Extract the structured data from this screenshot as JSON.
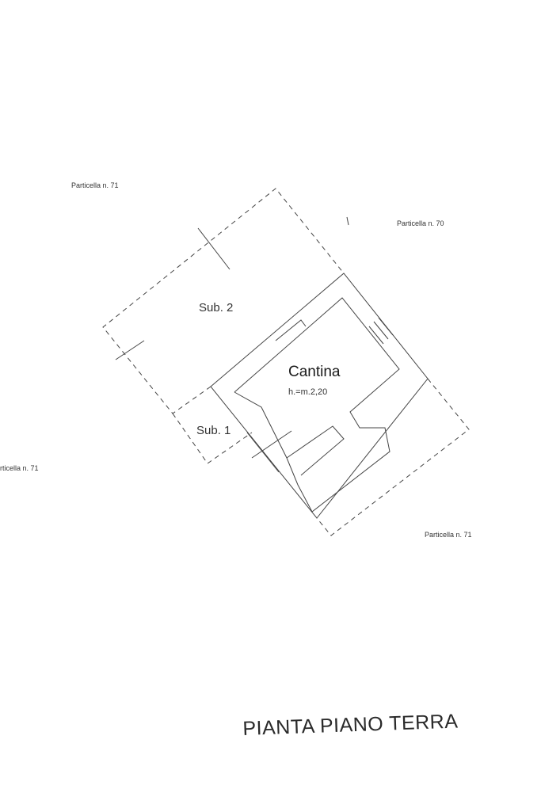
{
  "labels": {
    "particella_71_top": "Particella n. 71",
    "particella_70": "Particella n. 70",
    "particella_71_left": "rticella n. 71",
    "particella_71_bottom": "Particella n. 71",
    "sub_2": "Sub. 2",
    "sub_1": "Sub. 1",
    "room_name": "Cantina",
    "room_height": "h.=m.2,20"
  },
  "title": "PIANTA PIANO TERRA"
}
